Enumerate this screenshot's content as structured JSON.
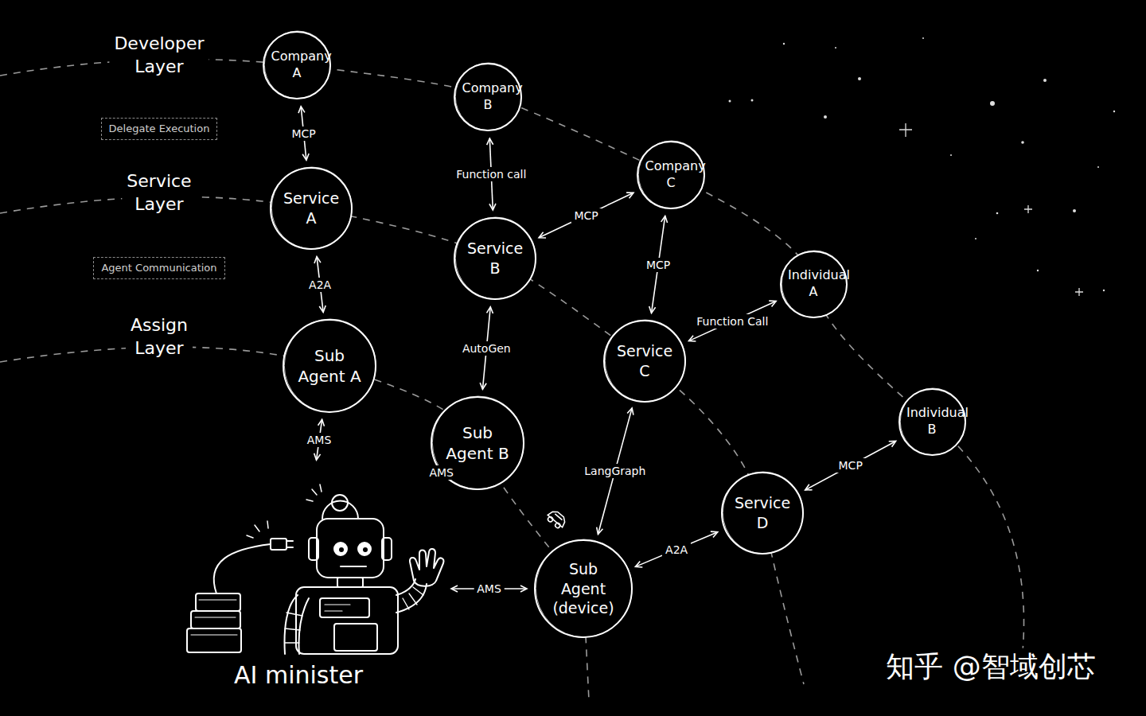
{
  "diagram": {
    "nodes": [
      {
        "text": [
          "Company A"
        ]
      },
      {
        "text": [
          "Company B"
        ]
      },
      {
        "text": [
          "Delegate Execution"
        ]
      },
      {
        "text": [
          "Company C"
        ]
      },
      {
        "text": [
          "Service A"
        ]
      },
      {
        "text": [
          "Service B"
        ]
      },
      {
        "text": [
          "Agent Communication"
        ]
      },
      {
        "text": [
          "Individual A"
        ]
      },
      {
        "text": [
          "Service C"
        ]
      },
      {
        "text": [
          "Sub Agent A"
        ]
      },
      {
        "text": [
          "Sub Agent B"
        ]
      },
      {
        "text": [
          "Individual B"
        ]
      },
      {
        "text": [
          "Service D"
        ]
      },
      {
        "text": [
          "Sub Agent (device)"
        ]
      },
      {
        "text": [
          "AI minister"
        ]
      }
    ],
    "edges": [
      {
        "from": 0,
        "to": 4,
        "arrow": "both",
        "label": "MCP"
      },
      {
        "from": 1,
        "to": 5,
        "arrow": "both",
        "label": "Function call"
      },
      {
        "from": 5,
        "to": 3,
        "arrow": "both",
        "label": "MCP"
      },
      {
        "from": 3,
        "to": 8,
        "arrow": "both",
        "label": "MCP"
      },
      {
        "from": 8,
        "to": 7,
        "arrow": "both",
        "label": "Function Call"
      },
      {
        "from": 4,
        "to": 9,
        "arrow": "both",
        "label": "A2A"
      },
      {
        "from": 5,
        "to": 10,
        "arrow": "both",
        "label": "AutoGen"
      },
      {
        "from": 8,
        "to": 13,
        "arrow": "both",
        "label": "LangGraph"
      },
      {
        "from": 12,
        "to": 11,
        "arrow": "both",
        "label": "MCP"
      },
      {
        "from": 13,
        "to": 12,
        "arrow": "both",
        "label": "A2A"
      },
      {
        "from": 14,
        "to": 9,
        "arrow": "both",
        "label": "AMS"
      },
      {
        "from": 14,
        "to": 10,
        "arrow": "both",
        "label": "AMS"
      },
      {
        "from": 14,
        "to": 13,
        "arrow": "both",
        "label": "AMS"
      }
    ],
    "labels": [
      "Developer Layer",
      "Service Layer",
      "Assign Layer",
      "知乎 @智域创芯"
    ]
  }
}
